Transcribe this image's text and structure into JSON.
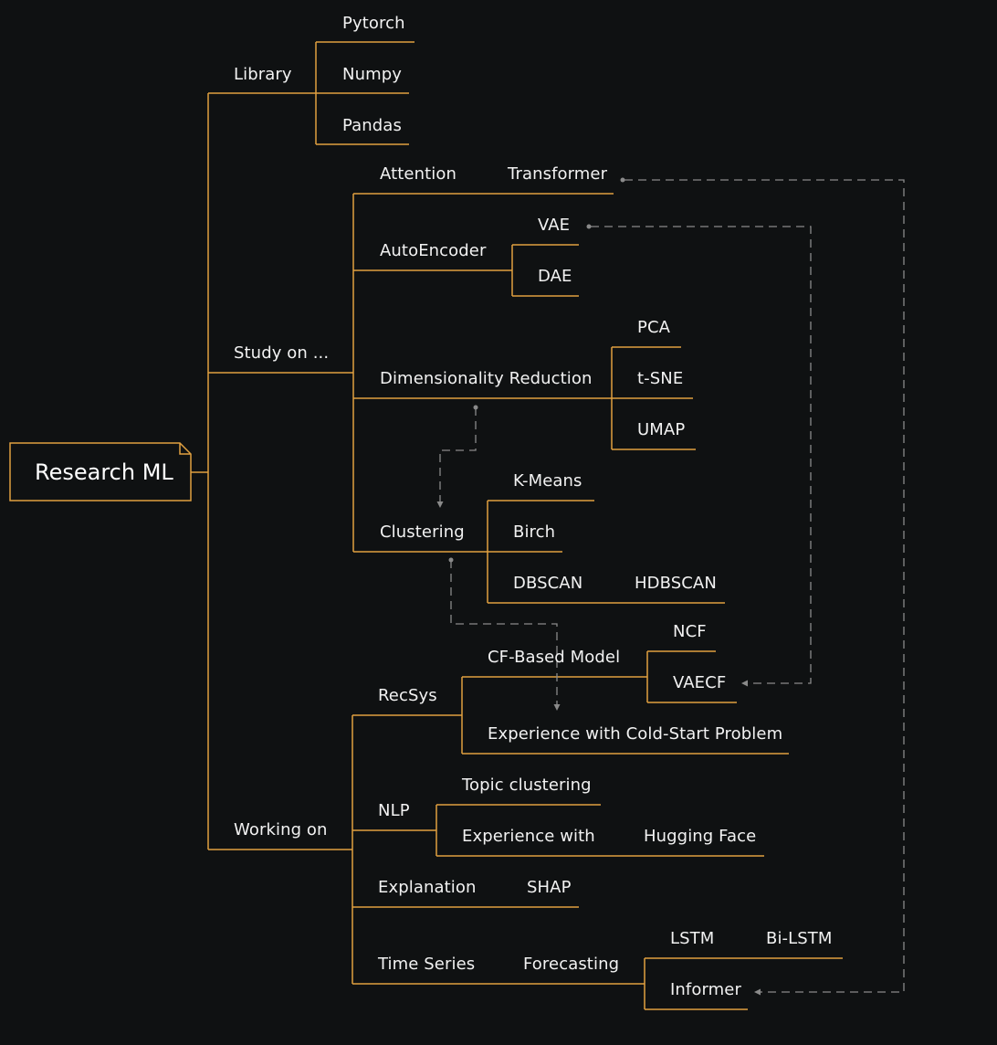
{
  "colors": {
    "background": "#0f1112",
    "branch": "#e0a040",
    "link": "#8a8a8a",
    "text": "#f2f2f2"
  },
  "root": "Research ML",
  "library": {
    "label": "Library",
    "items": [
      "Pytorch",
      "Numpy",
      "Pandas"
    ]
  },
  "study": {
    "label": "Study on ...",
    "attention": "Attention",
    "transformer": "Transformer",
    "autoencoder": "AutoEncoder",
    "vae": "VAE",
    "dae": "DAE",
    "dimred": "Dimensionality Reduction",
    "pca": "PCA",
    "tsne": "t-SNE",
    "umap": "UMAP",
    "clustering": "Clustering",
    "kmeans": "K-Means",
    "birch": "Birch",
    "dbscan": "DBSCAN",
    "hdbscan": "HDBSCAN"
  },
  "working": {
    "label": "Working on",
    "recsys": "RecSys",
    "cfmodel": "CF-Based Model",
    "ncf": "NCF",
    "vaecf": "VAECF",
    "coldstart": "Experience with Cold-Start Problem",
    "nlp": "NLP",
    "topic": "Topic clustering",
    "expwith": "Experience with",
    "hf": "Hugging Face",
    "explanation": "Explanation",
    "shap": "SHAP",
    "timeseries": "Time Series",
    "forecasting": "Forecasting",
    "lstm": "LSTM",
    "bilstm": "Bi-LSTM",
    "informer": "Informer"
  }
}
